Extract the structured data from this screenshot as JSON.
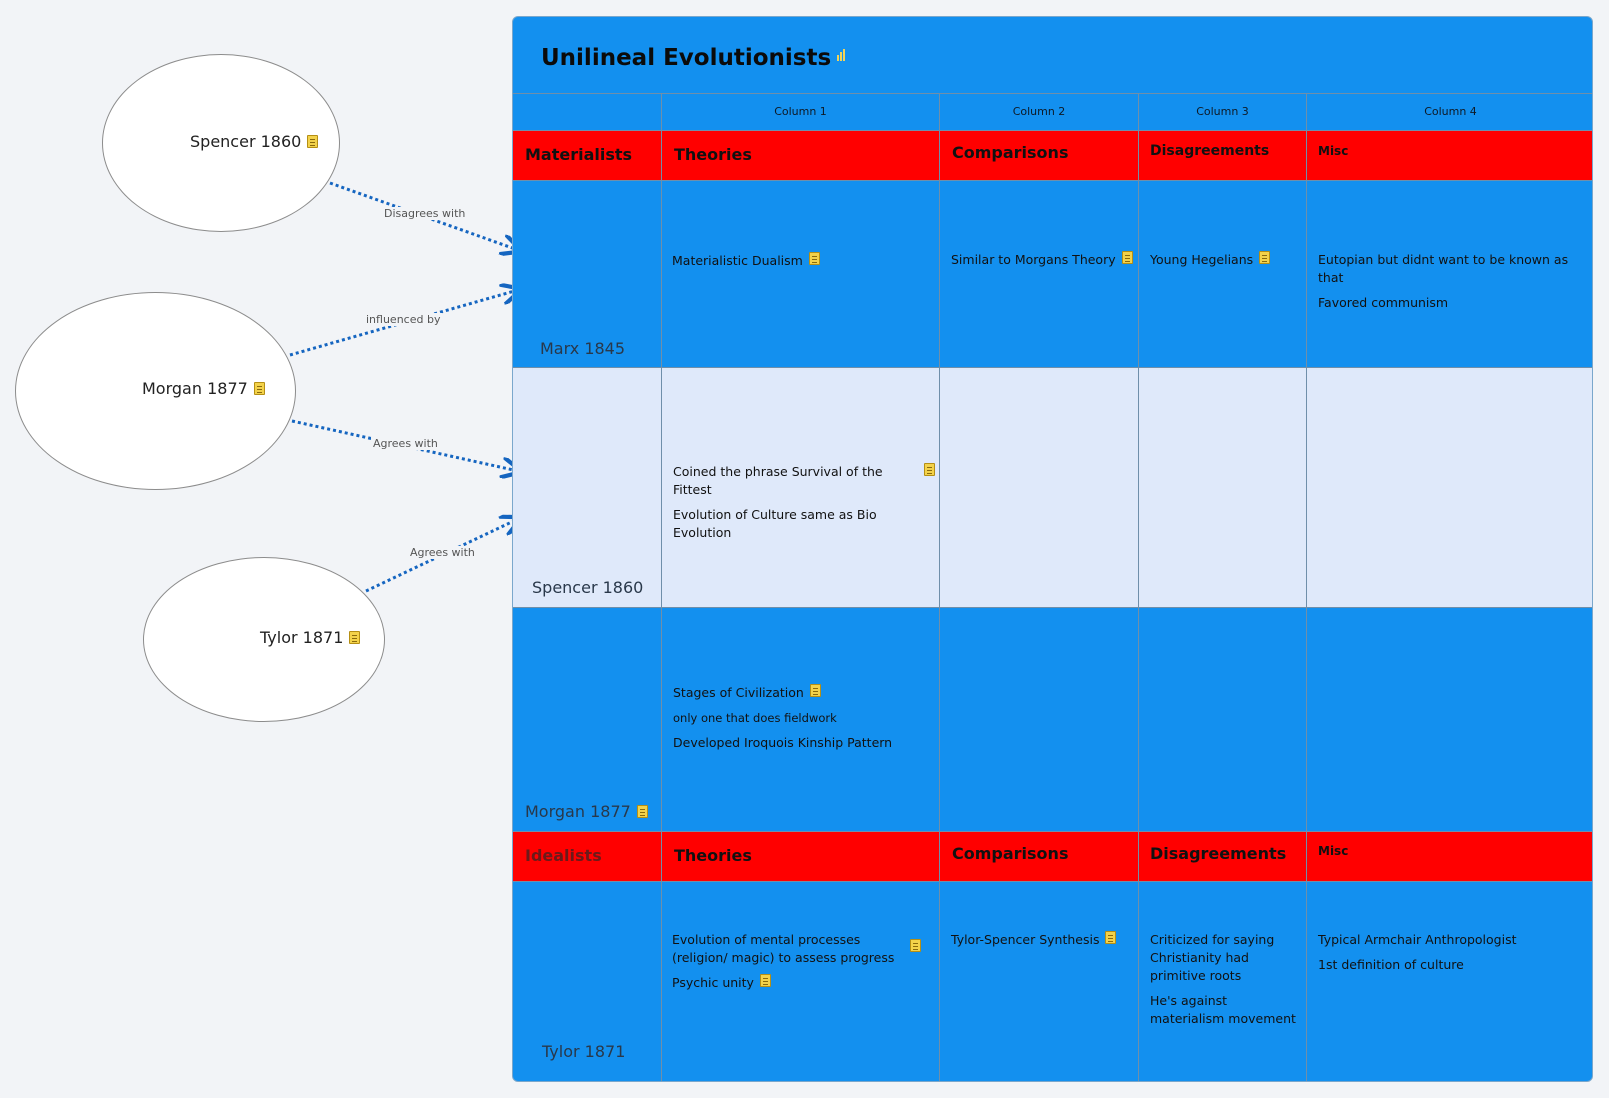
{
  "bubbles": [
    {
      "id": "spencer",
      "label": "Spencer 1860",
      "has_note": true
    },
    {
      "id": "morgan",
      "label": "Morgan 1877",
      "has_note": true
    },
    {
      "id": "tylor",
      "label": "Tylor 1871",
      "has_note": true
    }
  ],
  "links": [
    {
      "from": "spencer",
      "to": "marx",
      "label": "Disagrees with"
    },
    {
      "from": "morgan",
      "to": "marx",
      "label": "influenced by"
    },
    {
      "from": "morgan",
      "to": "spencer",
      "label": "Agrees with"
    },
    {
      "from": "tylor",
      "to": "spencer",
      "label": "Agrees with"
    }
  ],
  "table": {
    "title": "Unilineal Evolutionists",
    "columns": [
      "Column 1",
      "Column 2",
      "Column 3",
      "Column 4"
    ],
    "materialists_header": {
      "group": "Materialists",
      "cells": [
        "Theories",
        "Comparisons",
        "Disagreements",
        "Misc"
      ]
    },
    "idealists_header": {
      "group": "Idealists",
      "cells": [
        "Theories",
        "Comparisons",
        "Disagreements",
        "Misc"
      ]
    },
    "rows": {
      "marx": {
        "label": "Marx 1845",
        "col1": [
          "Materialistic Dualism"
        ],
        "col2": [
          "Similar to Morgans Theory"
        ],
        "col3": [
          "Young Hegelians"
        ],
        "col4": [
          "Eutopian but didnt want to be known as that",
          "Favored communism"
        ]
      },
      "spencer": {
        "label": "Spencer 1860",
        "col1": [
          "Coined the phrase Survival of the Fittest",
          "Evolution of Culture same as Bio Evolution"
        ]
      },
      "morgan": {
        "label": "Morgan 1877",
        "col1": [
          "Stages of Civilization",
          "only one that does fieldwork",
          "Developed Iroquois Kinship Pattern"
        ]
      },
      "tylor": {
        "label": "Tylor 1871",
        "col1": [
          "Evolution of mental processes (religion/ magic) to assess progress",
          "Psychic unity"
        ],
        "col2": [
          "Tylor-Spencer Synthesis"
        ],
        "col3": [
          "Criticized for saying Christianity had primitive roots",
          "He's against materialism movement"
        ],
        "col4": [
          "Typical Armchair Anthropologist",
          "1st definition of culture"
        ]
      }
    }
  },
  "colors": {
    "panel_blue": "#1390ef",
    "band_red": "#ff0000",
    "light_row": "#dfe9fa",
    "link_blue": "#1565c0",
    "note_yellow": "#f3d24a"
  },
  "icons": [
    "note-icon",
    "chart-bars-icon",
    "arrow-head-icon"
  ]
}
